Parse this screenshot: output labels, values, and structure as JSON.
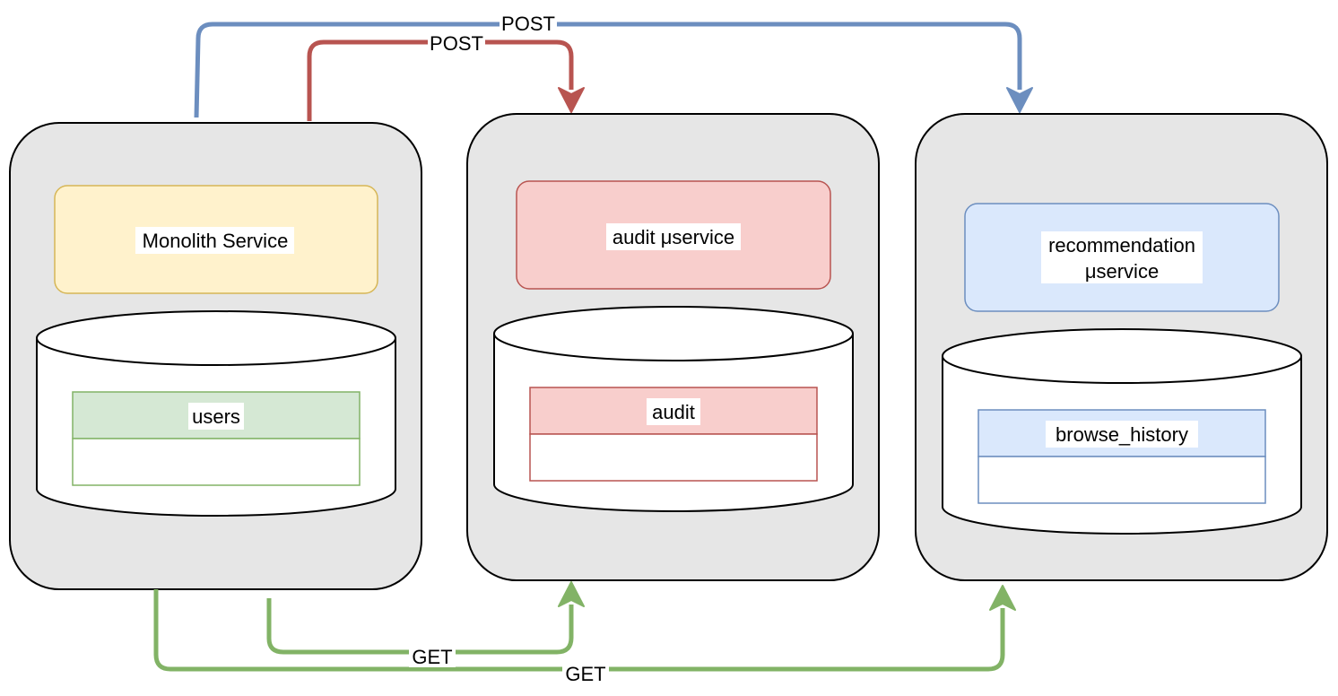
{
  "services": {
    "monolith": {
      "label": "Monolith Service",
      "table": "users"
    },
    "audit": {
      "label": "audit μservice",
      "table": "audit"
    },
    "recommendation": {
      "label_line1": "recommendation",
      "label_line2": "μservice",
      "table": "browse_history"
    }
  },
  "arrows": {
    "post_to_recommendation": "POST",
    "post_to_audit": "POST",
    "get_from_audit": "GET",
    "get_from_recommendation": "GET"
  },
  "colors": {
    "container_fill": "#e6e6e6",
    "container_stroke": "#000000",
    "monolith_fill": "#fff2cc",
    "monolith_stroke": "#d6b656",
    "audit_fill": "#f8cecc",
    "audit_stroke": "#b85450",
    "recommendation_fill": "#dae8fc",
    "recommendation_stroke": "#6c8ebf",
    "users_header_fill": "#d5e8d4",
    "users_stroke": "#82b366",
    "post_blue": "#6c8ebf",
    "post_red": "#b85450",
    "get_green": "#82b366"
  }
}
